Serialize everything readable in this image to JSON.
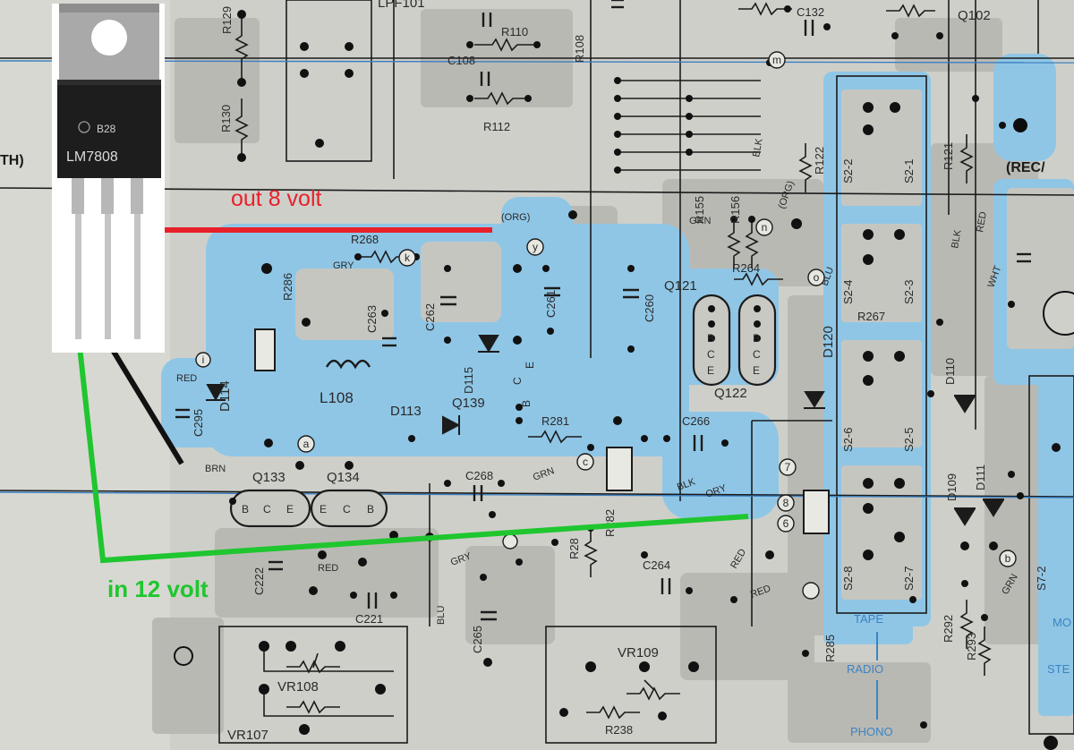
{
  "annotations": {
    "output": "out 8 volt",
    "input": "in 12 volt"
  },
  "regulator": {
    "marking": "LM7808",
    "code": "B28"
  },
  "components": {
    "resistors": [
      "R129",
      "R130",
      "R110",
      "R112",
      "R108",
      "R268",
      "R286",
      "R281",
      "R282",
      "R28",
      "R155",
      "R156",
      "R264",
      "R122",
      "R121",
      "R267",
      "R285",
      "R292",
      "R293",
      "R238"
    ],
    "capacitors": [
      "C108",
      "C132",
      "C263",
      "C262",
      "C261",
      "C260",
      "C266",
      "C268",
      "C295",
      "C222",
      "C221",
      "C265",
      "C264"
    ],
    "transistors": [
      "Q102",
      "Q121",
      "Q122",
      "Q133",
      "Q134",
      "Q139"
    ],
    "diodes": [
      "D114",
      "D115",
      "D113",
      "D120",
      "D110",
      "D109",
      "D111"
    ],
    "others": [
      "LPF101",
      "L108",
      "VR108",
      "VR107",
      "VR109",
      "S2-2",
      "S2-1",
      "S2-4",
      "S2-3",
      "S2-6",
      "S2-5",
      "S2-8",
      "S2-7",
      "S7-2"
    ]
  },
  "wire_labels": {
    "org": "(ORG)",
    "org2": "(ORG)",
    "gry": "GRY",
    "gry2": "GRY",
    "red": "RED",
    "red2": "RED",
    "red3": "RED",
    "brn": "BRN",
    "grn": "GRN",
    "grn2": "GRN",
    "grn3": "GRN",
    "blk": "BLK",
    "blk2": "BLK",
    "blk3": "BLK",
    "blu": "BLU",
    "blu2": "BLU",
    "wht": "WHT",
    "ory": "ORY",
    "red_top": "RED"
  },
  "pin_labels": {
    "q133_pins": [
      "B",
      "C",
      "E"
    ],
    "q134_pins": [
      "E",
      "C",
      "B"
    ],
    "q121_pins": [
      "E",
      "C",
      "B"
    ],
    "q122_pins": [
      "E",
      "C",
      "B"
    ],
    "q139_pins": [
      "E",
      "C",
      "B"
    ]
  },
  "node_labels": [
    "y",
    "k",
    "i",
    "a",
    "c",
    "m",
    "n",
    "o",
    "7",
    "8",
    "6",
    "b"
  ],
  "section_labels": {
    "tape": "TAPE",
    "radio": "RADIO",
    "phono": "PHONO",
    "rec": "(REC/",
    "th": "TH)",
    "mo": "MO",
    "ste": "STE"
  },
  "colors": {
    "out_wire": "#e8202a",
    "in_wire": "#1fc62f",
    "gnd_wire": "#111111",
    "copper": "#8fc6e6"
  }
}
